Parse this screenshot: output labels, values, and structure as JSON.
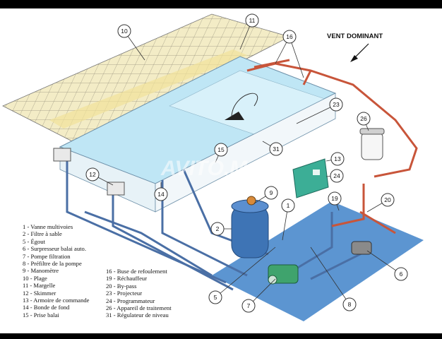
{
  "wind_label": "VENT DOMINANT",
  "watermark": "AVITO.MA",
  "callouts": [
    "10",
    "11",
    "16",
    "23",
    "26",
    "13",
    "24",
    "15",
    "31",
    "12",
    "14",
    "9",
    "19",
    "20",
    "1",
    "2",
    "6",
    "5",
    "7",
    "8"
  ],
  "legend_left": [
    "1 - Vanne multivoies",
    "2 - Filtre à sable",
    "5 - Égout",
    "6 - Surpresseur balai auto.",
    "7 - Pompe filtration",
    "8 - Préfiltre de la pompe",
    "9 - Manomètre",
    "10 - Plage",
    "11 - Margelle",
    "12 - Skimmer",
    "13 - Armoire de commande",
    "14 - Bonde de fond",
    "15 - Prise balai"
  ],
  "legend_right": [
    "16 - Buse de refoulement",
    "19 - Réchauffeur",
    "20 - By-pass",
    "23 - Projecteur",
    "24 - Programmateur",
    "26 - Appareil de traitement",
    "31 - Régulateur de niveau"
  ],
  "colors": {
    "pool_water": "#bfe6f5",
    "tile": "#f3ecc6",
    "pipe_blue": "#4a6fa5",
    "pipe_red": "#c8553a",
    "plant_floor": "#3f83c9",
    "filter": "#3e74b5",
    "control_box": "#3cae96"
  }
}
